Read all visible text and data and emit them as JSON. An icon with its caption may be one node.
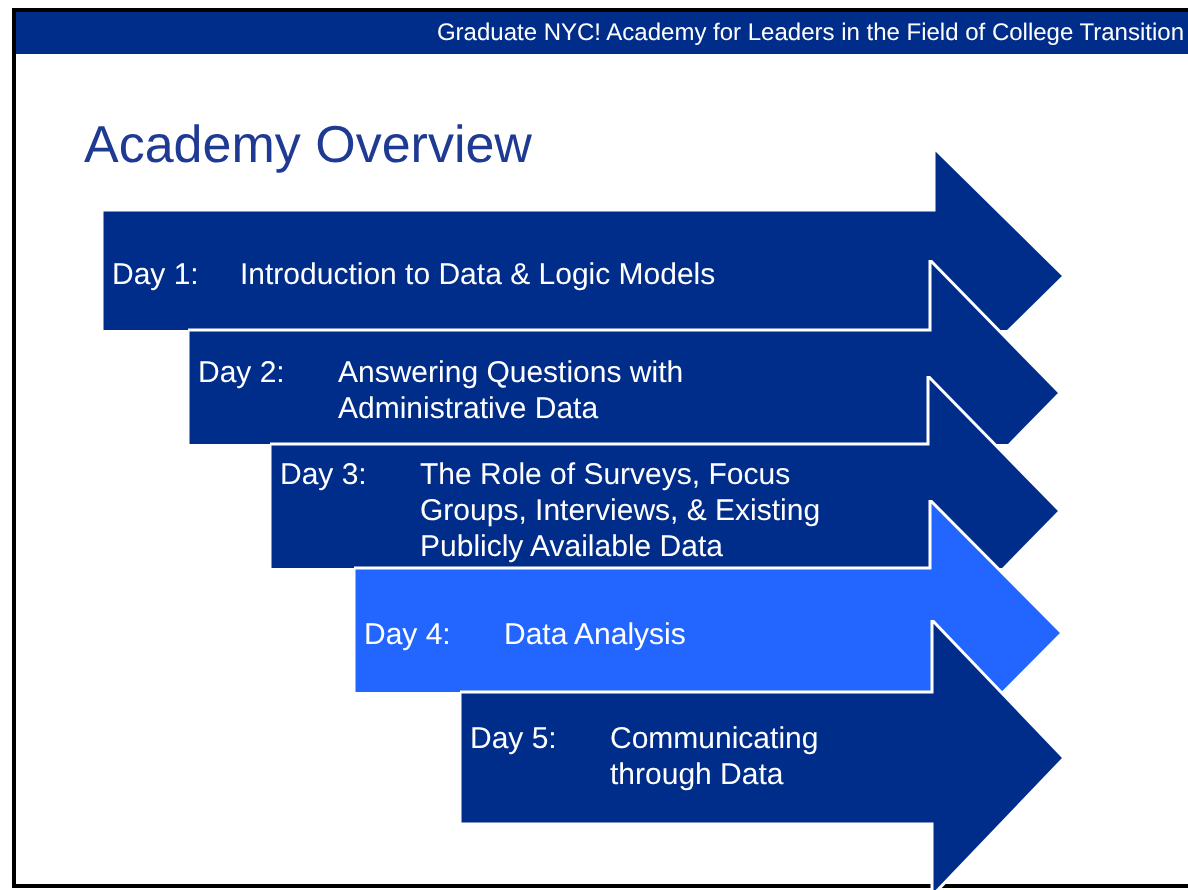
{
  "diagram": {
    "title": "Academy Overview",
    "nodes": [
      {
        "text": [
          "Day 1:",
          "Introduction to Data & Logic Models"
        ]
      },
      {
        "text": [
          "Day 2:",
          "Answering Questions with Administrative Data"
        ]
      },
      {
        "text": [
          "Day 3:",
          "The Role of Surveys, Focus Groups, Interviews, & Existing Publicly Available Data"
        ]
      },
      {
        "text": [
          "Day 4:",
          "Data Analysis"
        ]
      },
      {
        "text": [
          "Day 5:",
          "Communicating through Data"
        ]
      }
    ],
    "labels": [
      "Graduate NYC! Academy for Leaders in the Field of College Transition"
    ]
  }
}
